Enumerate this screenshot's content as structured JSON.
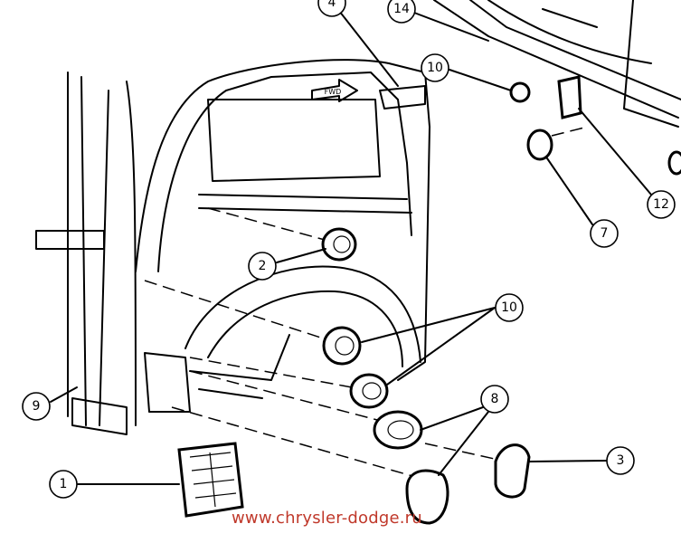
{
  "diagram": {
    "callouts": [
      {
        "id": "4",
        "label": "4"
      },
      {
        "id": "14",
        "label": "14"
      },
      {
        "id": "10a",
        "label": "10"
      },
      {
        "id": "12",
        "label": "12"
      },
      {
        "id": "7",
        "label": "7"
      },
      {
        "id": "2",
        "label": "2"
      },
      {
        "id": "10b",
        "label": "10"
      },
      {
        "id": "9",
        "label": "9"
      },
      {
        "id": "8",
        "label": "8"
      },
      {
        "id": "3",
        "label": "3"
      },
      {
        "id": "1",
        "label": "1"
      }
    ],
    "fwd_arrow_label": "FWD",
    "watermark": "www.chrysler-dodge.ru",
    "watermark_color": "#c0392b"
  }
}
